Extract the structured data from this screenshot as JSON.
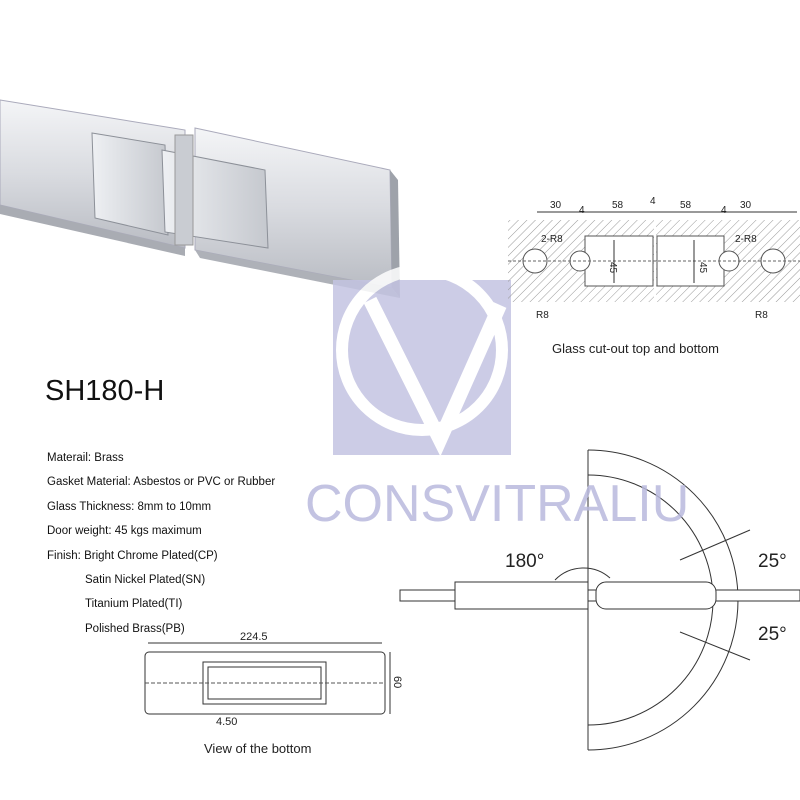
{
  "product": {
    "model": "SH180-H",
    "specs": [
      "Materail: Brass",
      "Gasket Material: Asbestos or PVC or Rubber",
      "Glass Thickness: 8mm to 10mm",
      "Door weight: 45 kgs maximum",
      "Finish: Bright Chrome Plated(CP)"
    ],
    "finishes": [
      "Satin Nickel Plated(SN)",
      "Titanium Plated(TI)",
      "Polished Brass(PB)"
    ]
  },
  "watermark": {
    "text": "CONSVITRALIU",
    "color": "#b9b9dd"
  },
  "cutout": {
    "caption": "Glass cut-out top and bottom",
    "dims": {
      "a": "30",
      "b": "4",
      "c": "58",
      "d": "4",
      "e": "58",
      "f": "4",
      "g": "30",
      "h_left": "45",
      "h_right": "45",
      "r_left_top": "2-R8",
      "r_right_top": "2-R8",
      "r_left": "R8",
      "r_right": "R8"
    }
  },
  "bottom_view": {
    "caption": "View of the bottom",
    "length": "224.5",
    "height": "60",
    "gap": "4.50"
  },
  "rotation": {
    "open_angle": "180°",
    "angle_up": "25°",
    "angle_down": "25°"
  }
}
